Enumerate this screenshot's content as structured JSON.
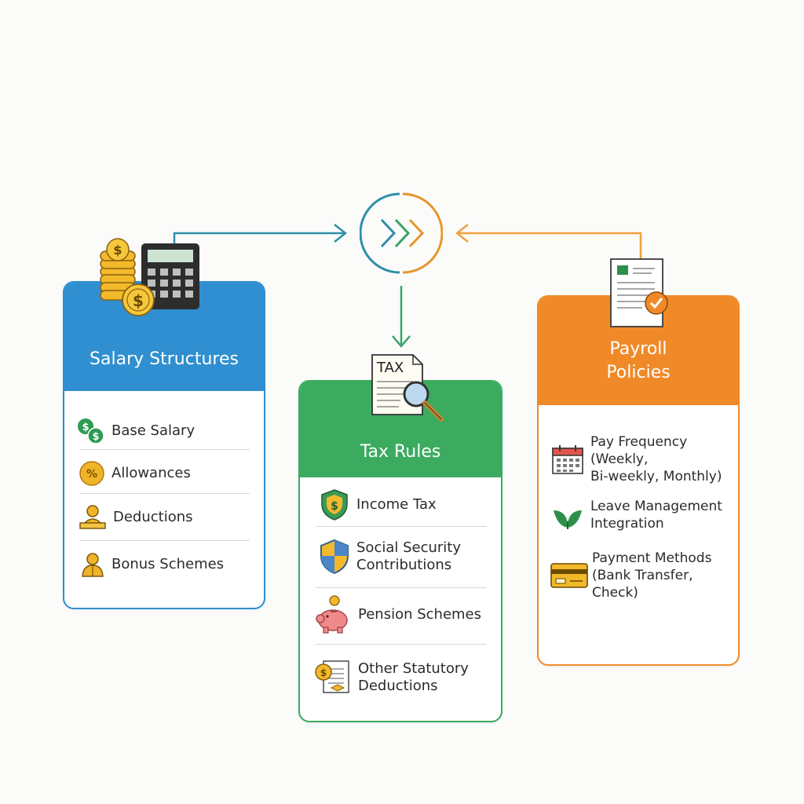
{
  "colors": {
    "blue": "#2f8fd0",
    "green": "#3bab5f",
    "orange": "#f08a28",
    "teal": "#2f8fa8"
  },
  "hub": {
    "icon": "chevron-triple-right-icon"
  },
  "salary": {
    "title": "Salary Structures",
    "icon": "coins-calculator-icon",
    "items": [
      {
        "label": "Base Salary",
        "icon": "dollar-coins-icon"
      },
      {
        "label": "Allowances",
        "icon": "percent-coin-icon"
      },
      {
        "label": "Deductions",
        "icon": "person-desk-icon"
      },
      {
        "label": "Bonus Schemes",
        "icon": "person-icon"
      }
    ]
  },
  "tax": {
    "title": "Tax Rules",
    "icon": "tax-document-magnifier-icon",
    "icon_text": "TAX",
    "items": [
      {
        "line1": "Income Tax",
        "line2": "",
        "icon": "dollar-shield-icon"
      },
      {
        "line1": "Social Security",
        "line2": "Contributions",
        "icon": "shield-icon"
      },
      {
        "line1": "Pension Schemes",
        "line2": "",
        "icon": "piggy-bank-icon"
      },
      {
        "line1": "Other Statutory",
        "line2": "Deductions",
        "icon": "document-coin-icon"
      }
    ]
  },
  "payroll": {
    "title_line1": "Payroll",
    "title_line2": "Policies",
    "icon": "document-check-icon",
    "items": [
      {
        "line1": "Pay Frequency (Weekly,",
        "line2": "Bi-weekly, Monthly)",
        "icon": "calendar-icon"
      },
      {
        "line1": "Leave Management",
        "line2": "Integration",
        "icon": "leaf-icon"
      },
      {
        "line1": "Payment Methods",
        "line2": "(Bank Transfer, Check)",
        "icon": "credit-card-icon"
      }
    ]
  }
}
